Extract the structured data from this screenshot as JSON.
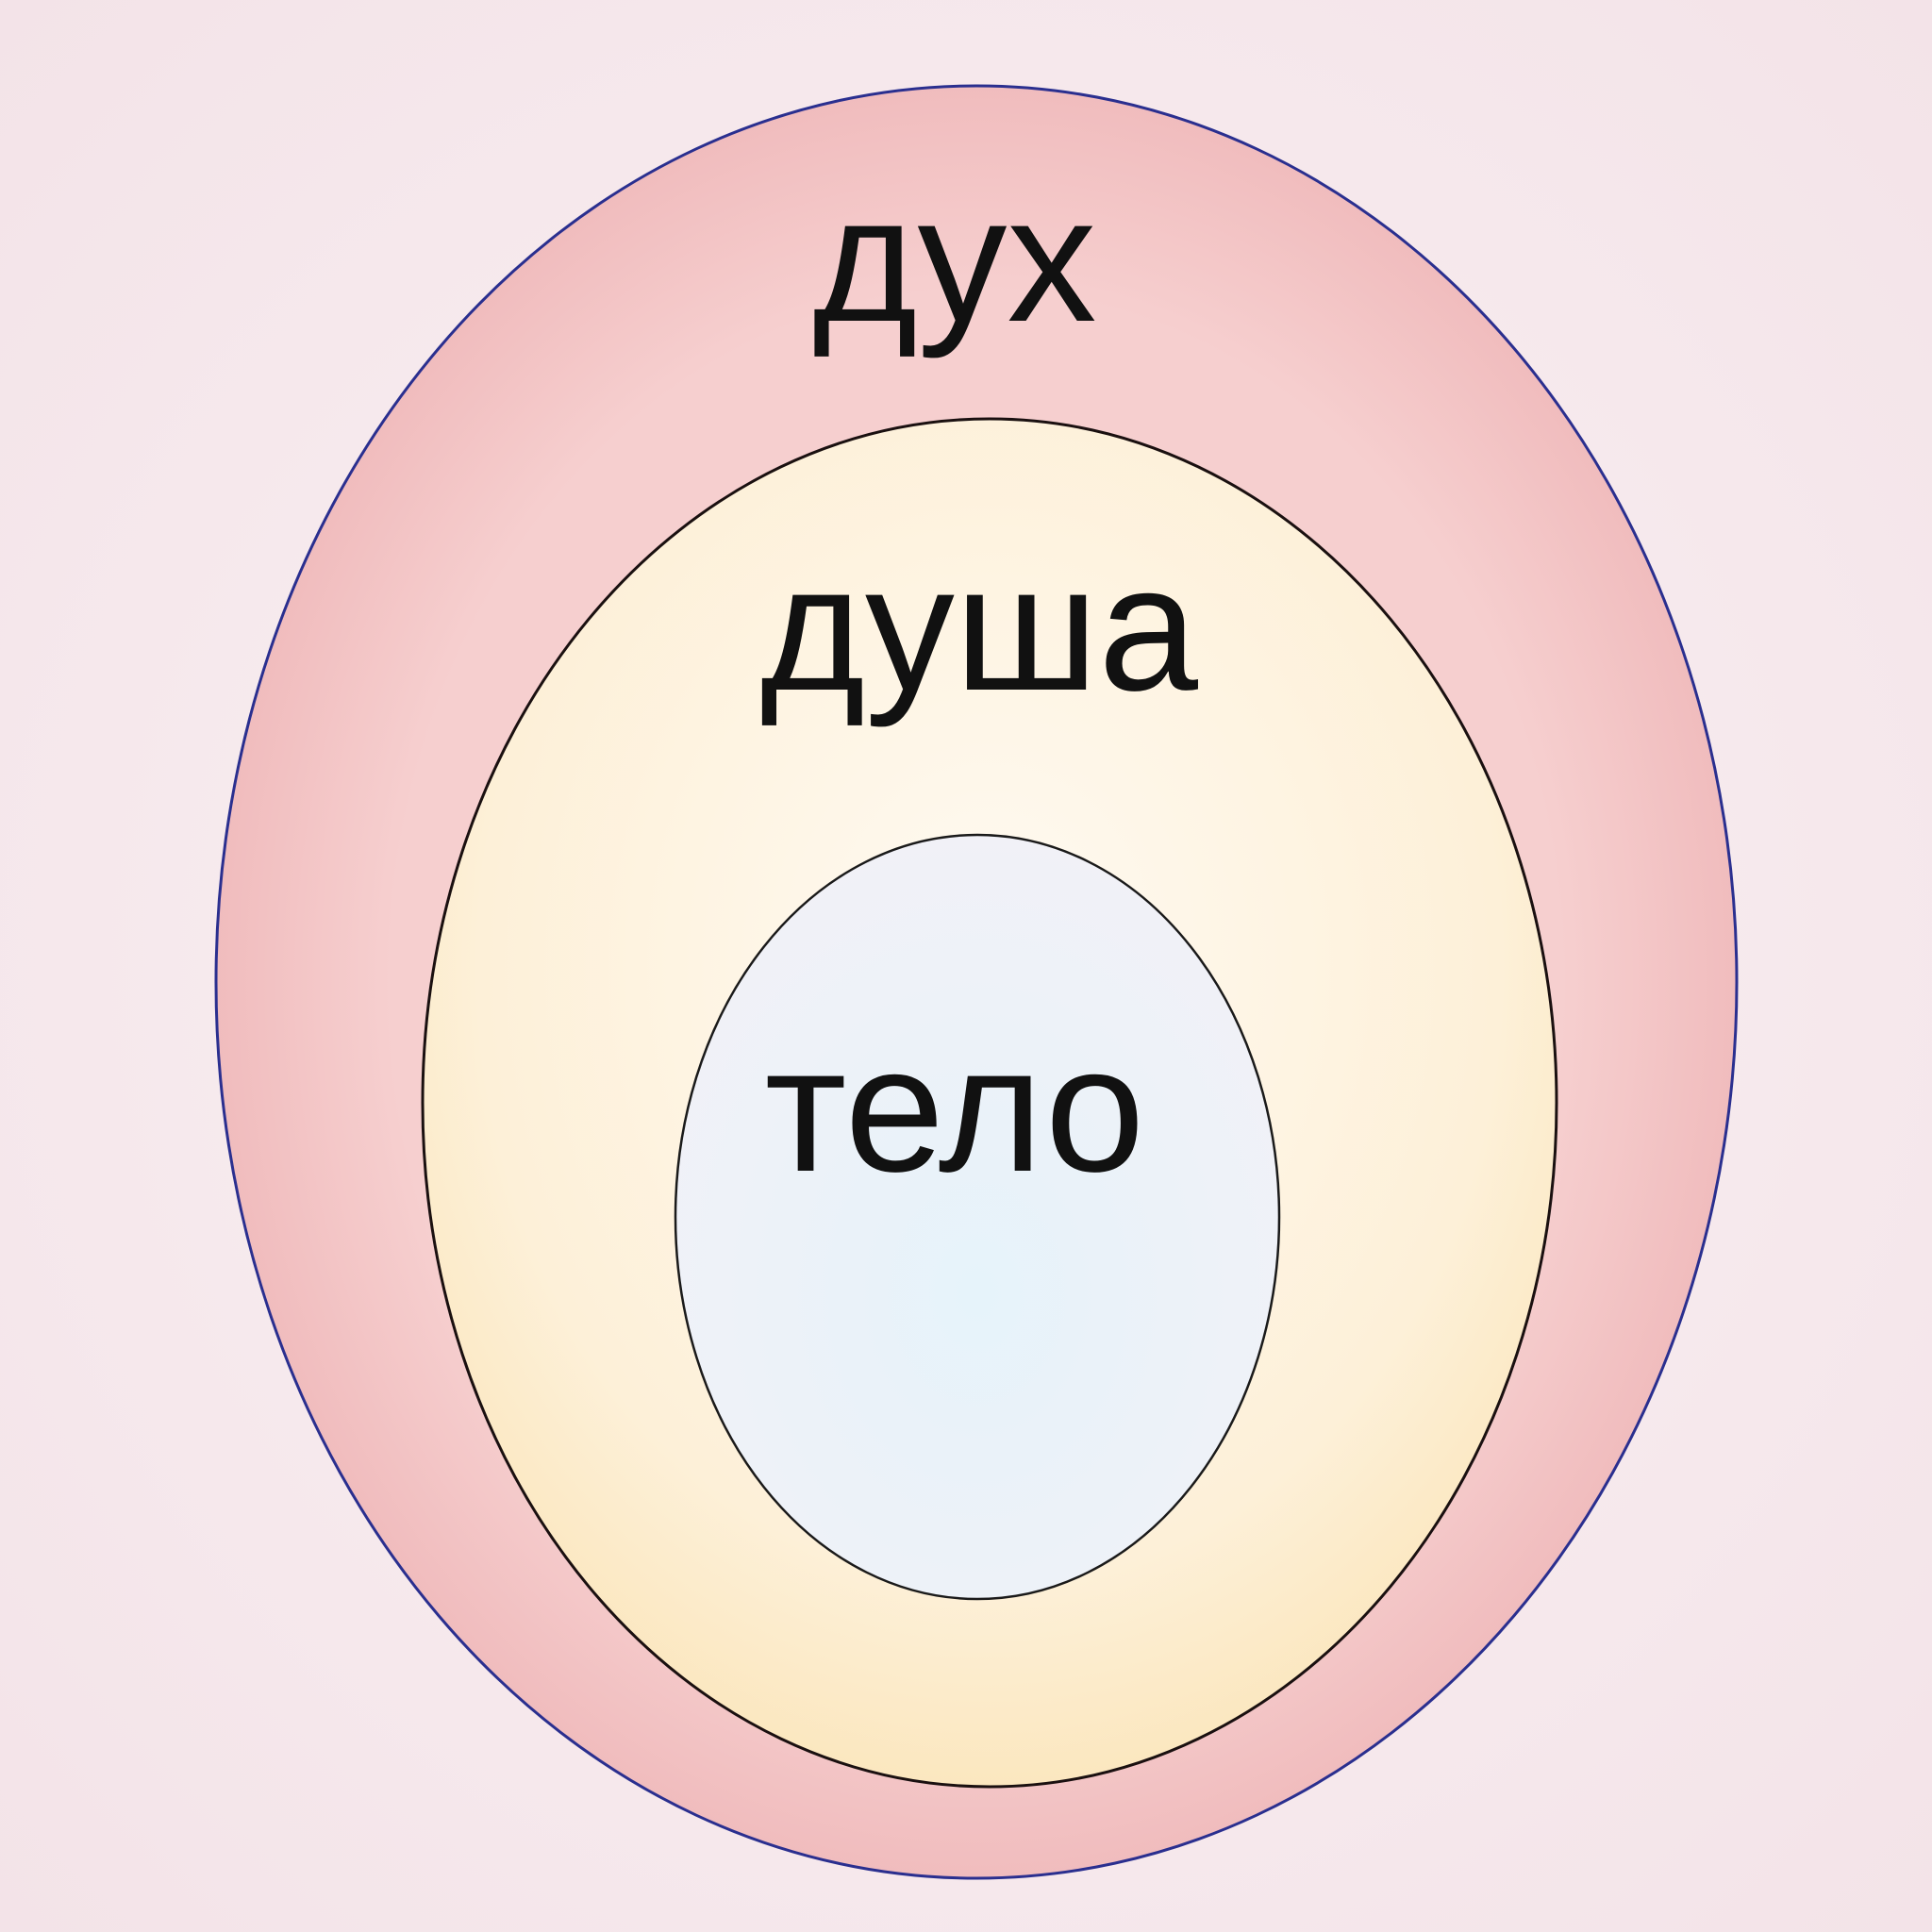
{
  "diagram": {
    "outer": {
      "label": "дух",
      "fill": "#f2c4c4",
      "stroke": "#2a2f8f"
    },
    "middle": {
      "label": "душа",
      "fill": "#fdf1dc",
      "stroke": "#1a1010"
    },
    "inner": {
      "label": "тело",
      "fill": "#eaf2f8",
      "stroke": "#1a1a1a"
    },
    "background": "#f7e9ec"
  }
}
